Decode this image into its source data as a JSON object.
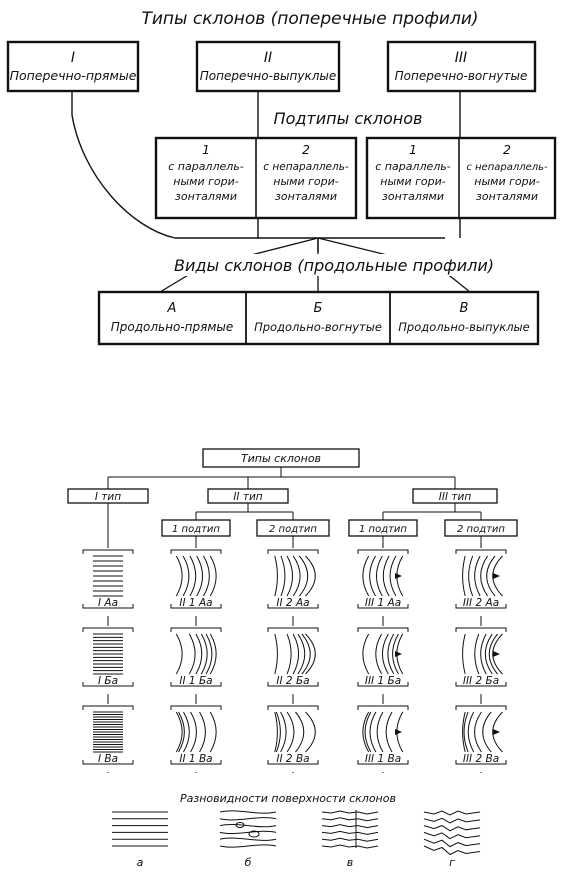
{
  "top": {
    "title": "Типы склонов (поперечные профили)",
    "types": [
      {
        "numeral": "I",
        "label": "Поперечно-прямые"
      },
      {
        "numeral": "II",
        "label": "Поперечно-выпуклые"
      },
      {
        "numeral": "III",
        "label": "Поперечно-вогнутые"
      }
    ],
    "subtypes_title": "Подтипы склонов",
    "subtypes": [
      {
        "num": "1",
        "lines": [
          "с параллель-",
          "ными гори-",
          "зонталями"
        ]
      },
      {
        "num": "2",
        "lines": [
          "с непараллель-",
          "ными гори-",
          "зонталями"
        ]
      },
      {
        "num": "1",
        "lines": [
          "с параллель-",
          "ными гори-",
          "зонталями"
        ]
      },
      {
        "num": "2",
        "lines": [
          "с непараллель-",
          "ными гори-",
          "зонталями"
        ]
      }
    ],
    "kinds_title": "Виды склонов (продольные профили)",
    "kinds": [
      {
        "letter": "А",
        "label": "Продольно-прямые"
      },
      {
        "letter": "Б",
        "label": "Продольно-вогнутые"
      },
      {
        "letter": "В",
        "label": "Продольно-выпуклые"
      }
    ]
  },
  "bottom": {
    "title": "Типы склонов",
    "types": [
      "I тип",
      "II тип",
      "III тип"
    ],
    "subtypes": [
      "1 подтип",
      "2 подтип",
      "1 подтип",
      "2 подтип"
    ],
    "cells": [
      [
        "I Аа",
        "I Ба",
        "I Ва"
      ],
      [
        "II 1 Аа",
        "II 1 Ба",
        "II 1 Ва"
      ],
      [
        "II 2 Аа",
        "II 2 Ба",
        "II 2 Ва"
      ],
      [
        "III 1 Аа",
        "III 1 Ба",
        "III 1 Ва"
      ],
      [
        "III 2 Аа",
        "III 2 Ба",
        "III 2 Ва"
      ]
    ],
    "variants_title": "Разновидности поверхности склонов",
    "variants": [
      "а",
      "б",
      "в",
      "г"
    ]
  }
}
